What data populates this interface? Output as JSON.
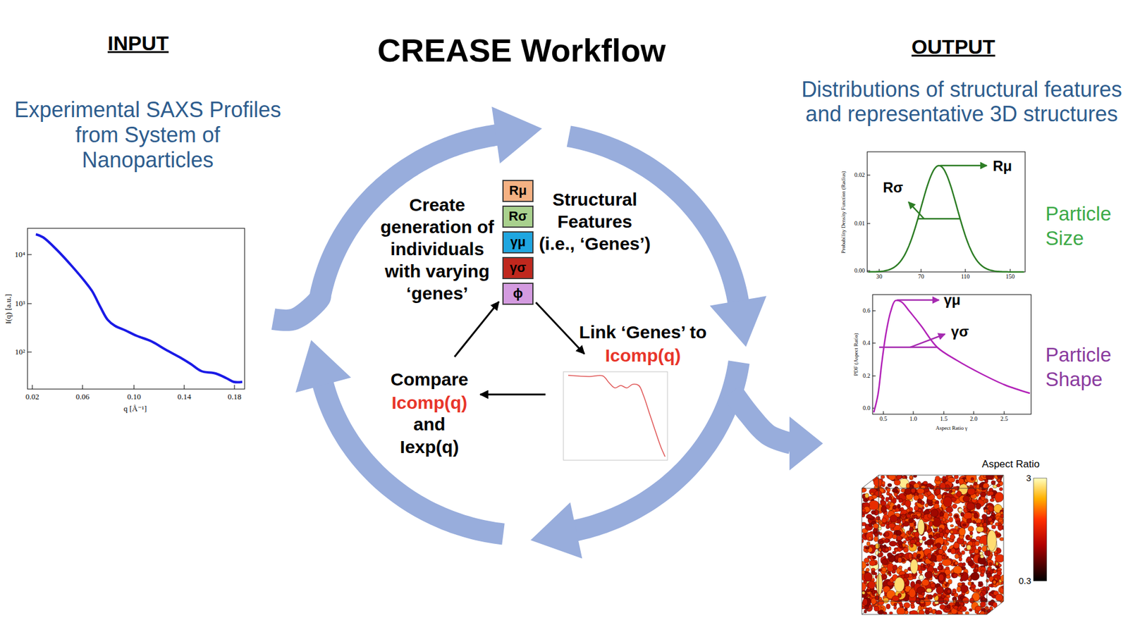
{
  "diagram": {
    "title": "CREASE Workflow",
    "nodes": [
      {
        "text": [
          "Rμ"
        ]
      },
      {
        "text": [
          "Rσ"
        ]
      },
      {
        "text": [
          "γμ"
        ]
      },
      {
        "text": [
          "γσ"
        ]
      },
      {
        "text": [
          "ϕ"
        ]
      }
    ],
    "labels": [
      "INPUT",
      "OUTPUT",
      "Experimental SAXS Profiles from System of Nanoparticles",
      "Create generation of individuals with varying ‘genes’",
      "Structural Features (i.e., ‘Genes’)",
      "Link ‘Genes’ to",
      "Icomp(q)",
      "Compare",
      "Icomp(q)",
      "and",
      "Iexp(q)",
      "Distributions of structural features and representative 3D structures",
      "Particle Size",
      "Particle Shape",
      "10⁴",
      "10³",
      "10²",
      "0.02",
      "0.06",
      "0.10",
      "0.14",
      "0.18",
      "I(q) [a.u.]",
      "q [Å⁻¹]",
      "Probability Density Function (Radius)",
      "0.02",
      "0.01",
      "0.00",
      "30",
      "70",
      "110",
      "150",
      "Rμ",
      "Rσ",
      "PDF (Aspect Ratio)",
      "0.6",
      "0.4",
      "0.2",
      "0.0",
      "0.5",
      "1.0",
      "1.5",
      "2.0",
      "2.5",
      "Aspect Ratio γ",
      "γμ",
      "γσ",
      "Aspect Ratio",
      "3",
      "0.3"
    ]
  }
}
